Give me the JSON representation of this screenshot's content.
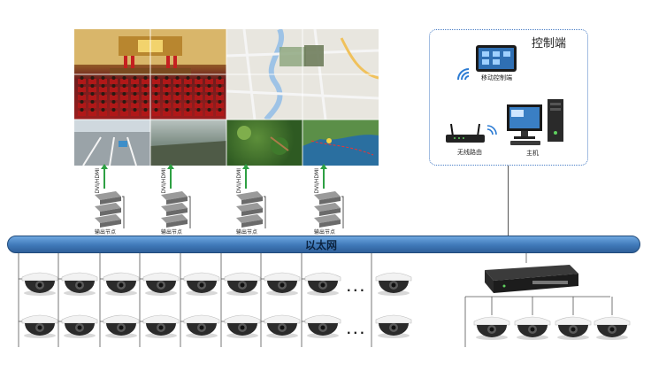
{
  "control_panel": {
    "title": "控制端",
    "mobile_label": "移动控制端",
    "router_label": "无线路由",
    "host_label": "主机"
  },
  "output_nodes": [
    {
      "interface_label": "DVI/HDMI",
      "node_label": "输出节点"
    },
    {
      "interface_label": "DVI/HDMI",
      "node_label": "输出节点"
    },
    {
      "interface_label": "DVI/HDMI",
      "node_label": "输出节点"
    },
    {
      "interface_label": "DVI/HDMI",
      "node_label": "输出节点"
    }
  ],
  "network": {
    "bus_label": "以太网",
    "ellipsis": "..."
  },
  "colors": {
    "bus": "#3f79b9",
    "panel_border": "#4a7ec6",
    "signal_arrow": "#2ea043"
  }
}
